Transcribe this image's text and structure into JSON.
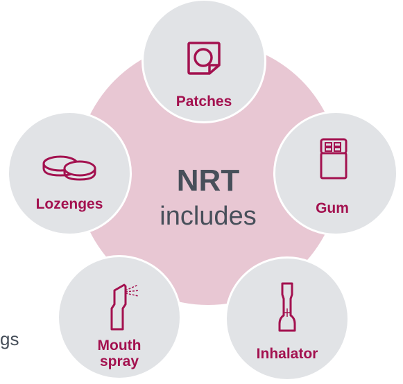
{
  "center": {
    "title": "NRT",
    "subtitle": "includes"
  },
  "items": {
    "patches": {
      "label": "Patches",
      "icon": "patch-icon"
    },
    "gum": {
      "label": "Gum",
      "icon": "gum-icon"
    },
    "inhalator": {
      "label": "Inhalator",
      "icon": "inhalator-icon"
    },
    "mouth_spray": {
      "label_line1": "Mouth",
      "label_line2": "spray",
      "icon": "mouth-spray-icon"
    },
    "lozenges": {
      "label": "Lozenges",
      "icon": "lozenges-icon"
    }
  },
  "edge_text": "gs",
  "colors": {
    "accent": "#a3114f",
    "background_circle": "#e8c7d3",
    "item_circle": "#e1e3e6",
    "text": "#474f5a"
  }
}
